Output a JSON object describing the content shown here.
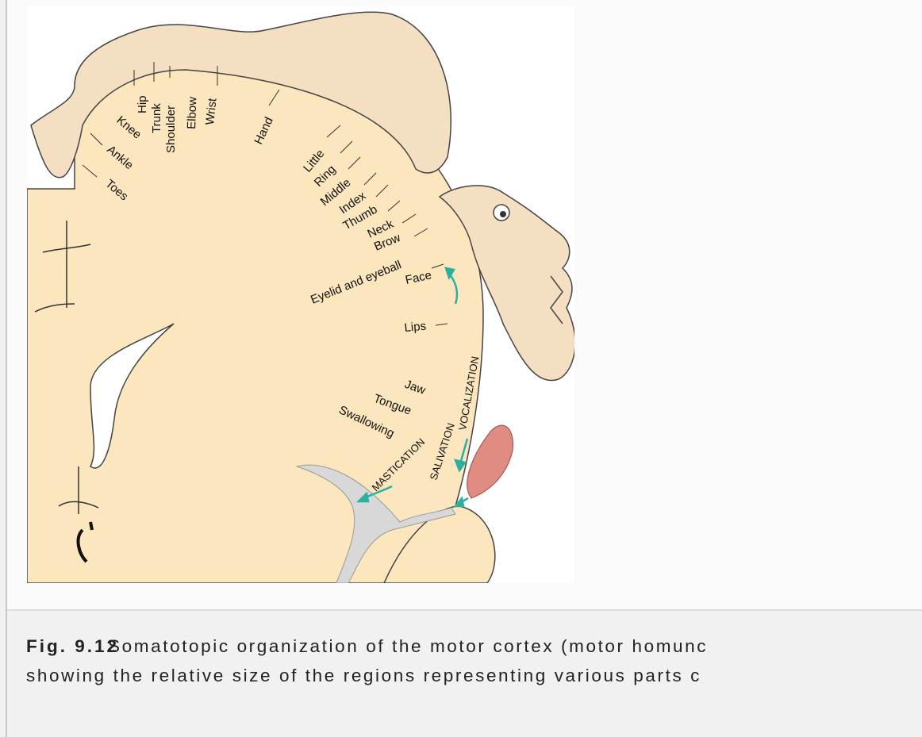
{
  "figure": {
    "labels": {
      "hip": "Hip",
      "trunk": "Trunk",
      "shoulder": "Shoulder",
      "elbow": "Elbow",
      "wrist": "Wrist",
      "hand": "Hand",
      "knee": "Knee",
      "ankle": "Ankle",
      "toes": "Toes",
      "little": "Little",
      "ring": "Ring",
      "middle": "Middle",
      "index": "Index",
      "thumb": "Thumb",
      "neck": "Neck",
      "brow": "Brow",
      "eyelid": "Eyelid and eyeball",
      "face": "Face",
      "lips": "Lips",
      "jaw": "Jaw",
      "tongue": "Tongue",
      "swallowing": "Swallowing",
      "vocalization": "VOCALIZATION",
      "salivation": "SALIVATION",
      "mastication": "MASTICATION"
    }
  },
  "caption": {
    "number": "Fig. 9.12",
    "line1": "Somatotopic organization of the motor cortex (motor homunc",
    "line2": "showing the relative size of the regions representing various parts c"
  },
  "colors": {
    "cortex": "#fbe6bd",
    "arrow": "#2bb0a0",
    "tongue_red": "#e08c82",
    "background": "#f1f1f1"
  }
}
